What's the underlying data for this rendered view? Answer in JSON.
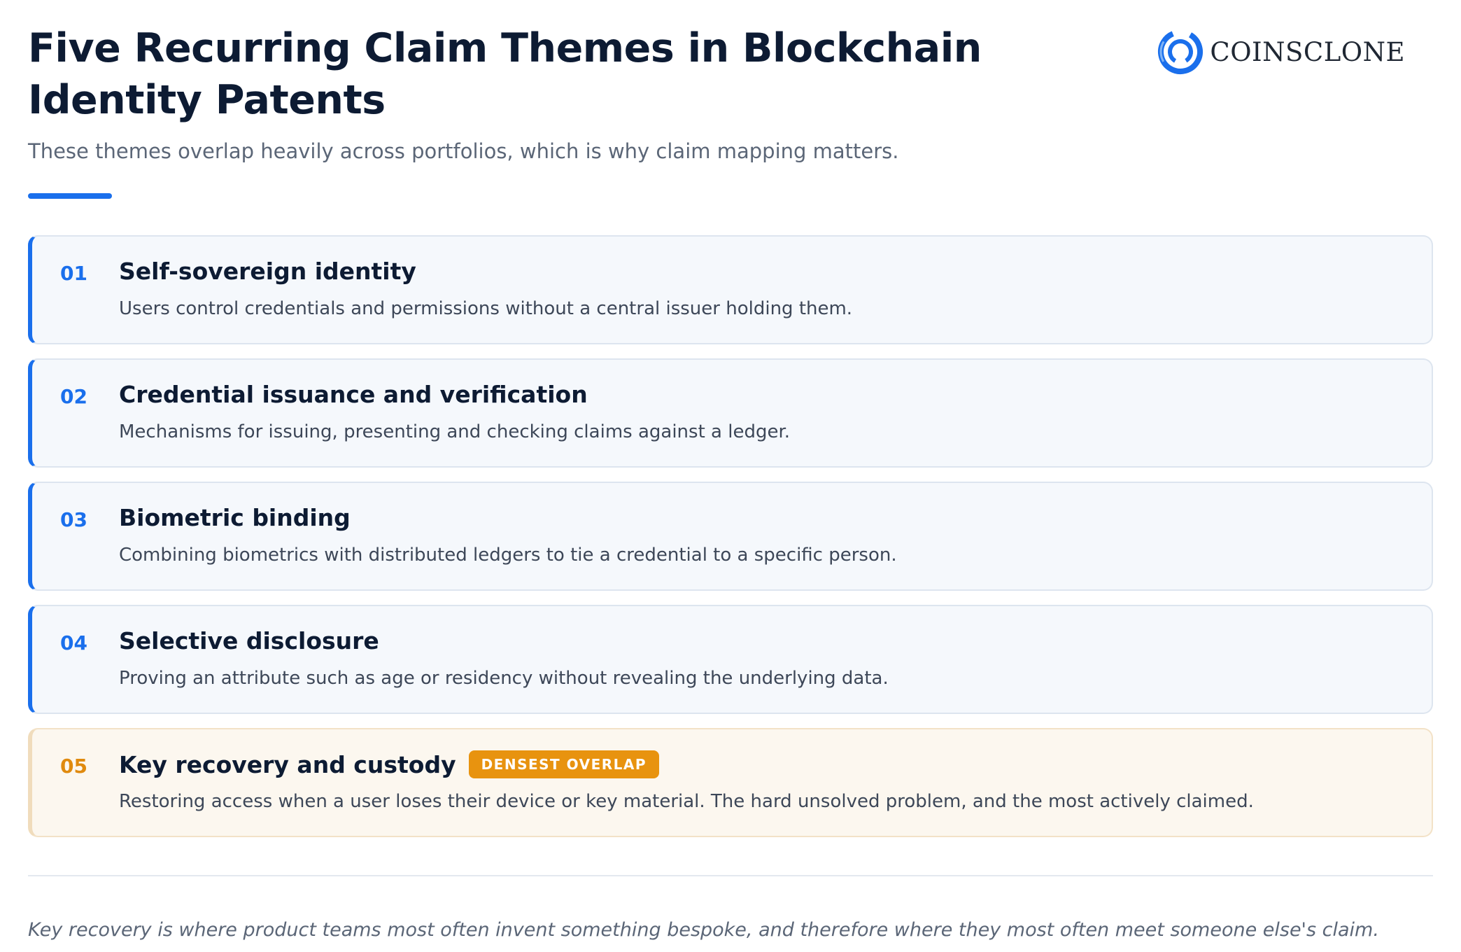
{
  "header": {
    "title": "Five Recurring Claim Themes in Blockchain Identity Patents",
    "subtitle": "These themes overlap heavily across portfolios, which is why claim mapping matters."
  },
  "logo": {
    "text": "COINSCLONE",
    "icon": "coinsclone-ring-logo-icon",
    "color": "#1a6fec"
  },
  "themes": [
    {
      "number": "01",
      "title": "Self-sovereign identity",
      "description": "Users control credentials and permissions without a central issuer holding them."
    },
    {
      "number": "02",
      "title": "Credential issuance and verification",
      "description": "Mechanisms for issuing, presenting and checking claims against a ledger."
    },
    {
      "number": "03",
      "title": "Biometric binding",
      "description": "Combining biometrics with distributed ledgers to tie a credential to a specific person."
    },
    {
      "number": "04",
      "title": "Selective disclosure",
      "description": "Proving an attribute such as age or residency without revealing the underlying data."
    },
    {
      "number": "05",
      "title": "Key recovery and custody",
      "badge": "DENSEST OVERLAP",
      "description": "Restoring access when a user loses their device or key material. The hard unsolved problem, and the most actively claimed."
    }
  ],
  "footnote": "Key recovery is where product teams most often invent something bespoke, and therefore where they most often meet someone else's claim.",
  "colors": {
    "accent": "#1a6fec",
    "highlight": "#e8930f"
  }
}
